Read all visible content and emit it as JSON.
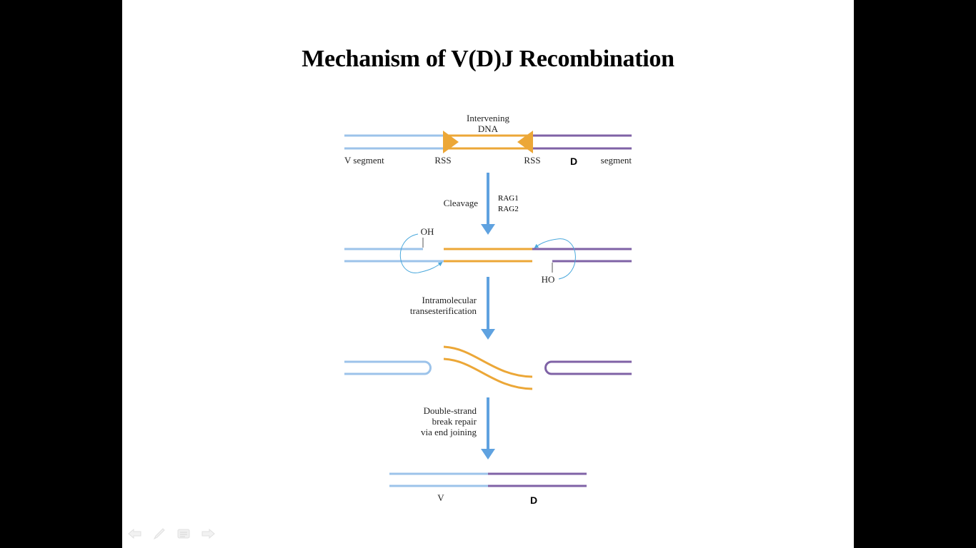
{
  "slide": {
    "title": "Mechanism of V(D)J Recombination"
  },
  "diagram": {
    "colors": {
      "v_segment": "#9cc3ea",
      "intervening": "#eca737",
      "d_segment": "#7f62a6",
      "arrow": "#5fa2e0",
      "enzyme_text": "#3b8fd0",
      "text": "#222222"
    },
    "stage1": {
      "intervening_label_line1": "Intervening",
      "intervening_label_line2": "DNA",
      "v_label": "V segment",
      "rss_left_label": "RSS",
      "rss_right_label": "RSS",
      "d_label": "D",
      "d_segment_label": "segment"
    },
    "step1": {
      "label": "Cleavage",
      "enzyme_line1": "RAG1",
      "enzyme_line2": "RAG2"
    },
    "stage2": {
      "oh_label": "OH",
      "ho_label": "HO"
    },
    "step2": {
      "label_line1": "Intramolecular",
      "label_line2": "transesterification"
    },
    "step3": {
      "label_line1": "Double-strand",
      "label_line2": "break repair",
      "label_line3": "via end joining"
    },
    "stage4": {
      "v_label": "V",
      "d_label": "D"
    }
  },
  "navigation": {
    "icons": [
      "arrow-left-icon",
      "pen-icon",
      "menu-icon",
      "arrow-right-icon"
    ]
  }
}
